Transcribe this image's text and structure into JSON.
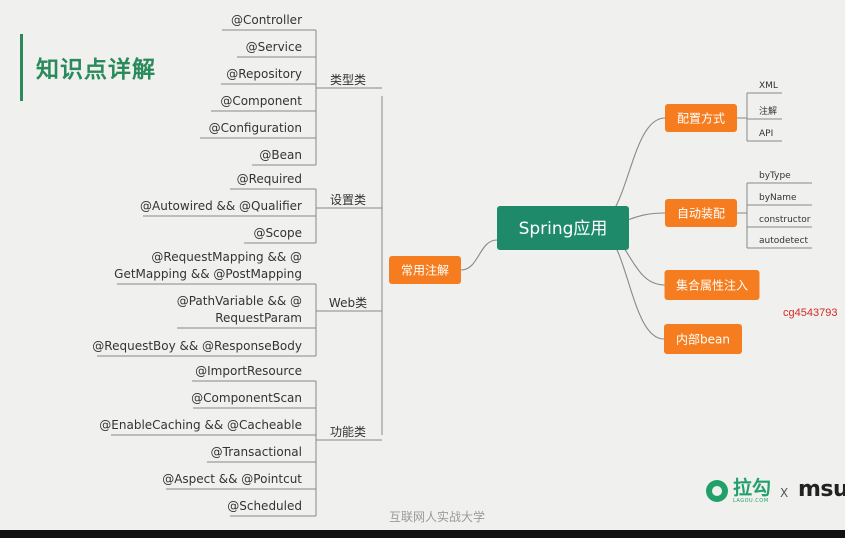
{
  "page": {
    "title": "知识点详解",
    "watermark": "cg4543793",
    "footer": "互联网人实战大学",
    "logo_main": "拉勾",
    "logo_sub": "LAGOU.COM",
    "logo_x": "X",
    "brand": "msu"
  },
  "colors": {
    "root_fill": "#1f8a6a",
    "branch_fill": "#f57d1f",
    "line": "#888888",
    "text": "#333333",
    "title": "#2a8a5c"
  },
  "mindmap": {
    "root": "Spring应用",
    "left": {
      "label": "常用注解",
      "groups": [
        {
          "label": "类型类",
          "items": [
            "@Controller",
            "@Service",
            "@Repository",
            "@Component",
            "@Configuration",
            "@Bean"
          ]
        },
        {
          "label": "设置类",
          "items": [
            "@Required",
            "@Autowired && @Qualifier",
            "@Scope"
          ]
        },
        {
          "label": "Web类",
          "items": [
            "@RequestMapping && @\nGetMapping && @PostMapping",
            "@PathVariable && @\nRequestParam",
            "@RequestBoy && @ResponseBody"
          ]
        },
        {
          "label": "功能类",
          "items": [
            "@ImportResource",
            "@ComponentScan",
            "@EnableCaching && @Cacheable",
            "@Transactional",
            "@Aspect && @Pointcut",
            "@Scheduled"
          ]
        }
      ]
    },
    "right": [
      {
        "label": "配置方式",
        "items": [
          "XML",
          "注解",
          "API"
        ]
      },
      {
        "label": "自动装配",
        "items": [
          "byType",
          "byName",
          "constructor",
          "autodetect"
        ]
      },
      {
        "label": "集合属性注入",
        "items": []
      },
      {
        "label": "内部bean",
        "items": []
      }
    ]
  }
}
